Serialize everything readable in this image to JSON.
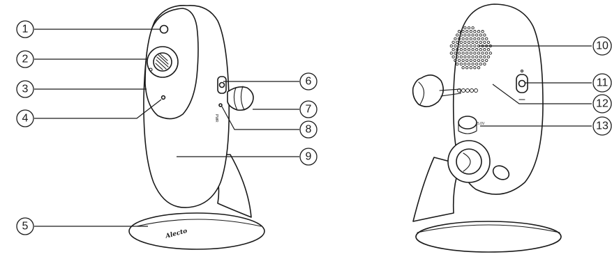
{
  "brand_logo": "Alecto",
  "callouts": [
    {
      "id": "c1",
      "label": "1"
    },
    {
      "id": "c2",
      "label": "2"
    },
    {
      "id": "c3",
      "label": "3"
    },
    {
      "id": "c4",
      "label": "4"
    },
    {
      "id": "c5",
      "label": "5"
    },
    {
      "id": "c6",
      "label": "6"
    },
    {
      "id": "c7",
      "label": "7"
    },
    {
      "id": "c8",
      "label": "8"
    },
    {
      "id": "c9",
      "label": "9"
    },
    {
      "id": "c10",
      "label": "10"
    },
    {
      "id": "c11",
      "label": "11"
    },
    {
      "id": "c12",
      "label": "12"
    },
    {
      "id": "c13",
      "label": "13"
    }
  ]
}
